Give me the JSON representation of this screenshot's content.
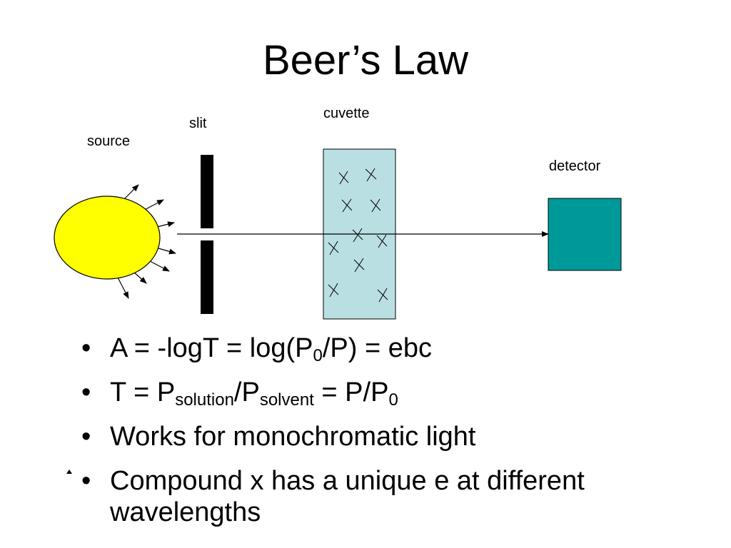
{
  "slide": {
    "title": "Beer’s Law"
  },
  "diagram": {
    "labels": {
      "source": "source",
      "slit": "slit",
      "cuvette": "cuvette",
      "detector": "detector"
    },
    "particle_glyph": "X",
    "colors": {
      "source_fill": "#ffff00",
      "cuvette_fill": "#b9dfe2",
      "detector_fill": "#009999",
      "slit": "#000000",
      "beam": "#000000"
    }
  },
  "bullets": {
    "b1": {
      "text": "A = -logT = log(P",
      "sub1": "0",
      "tail": "/P) = ebc"
    },
    "b2": {
      "t1": "T = P",
      "sub1": "solution",
      "t2": "/P",
      "sub2": "solvent",
      "t3": " = P/P",
      "sub3": "0"
    },
    "b3": {
      "text": "Works for monochromatic light"
    },
    "b4": {
      "text": "Compound x has a unique e at different wavelengths"
    },
    "marker": "•"
  }
}
